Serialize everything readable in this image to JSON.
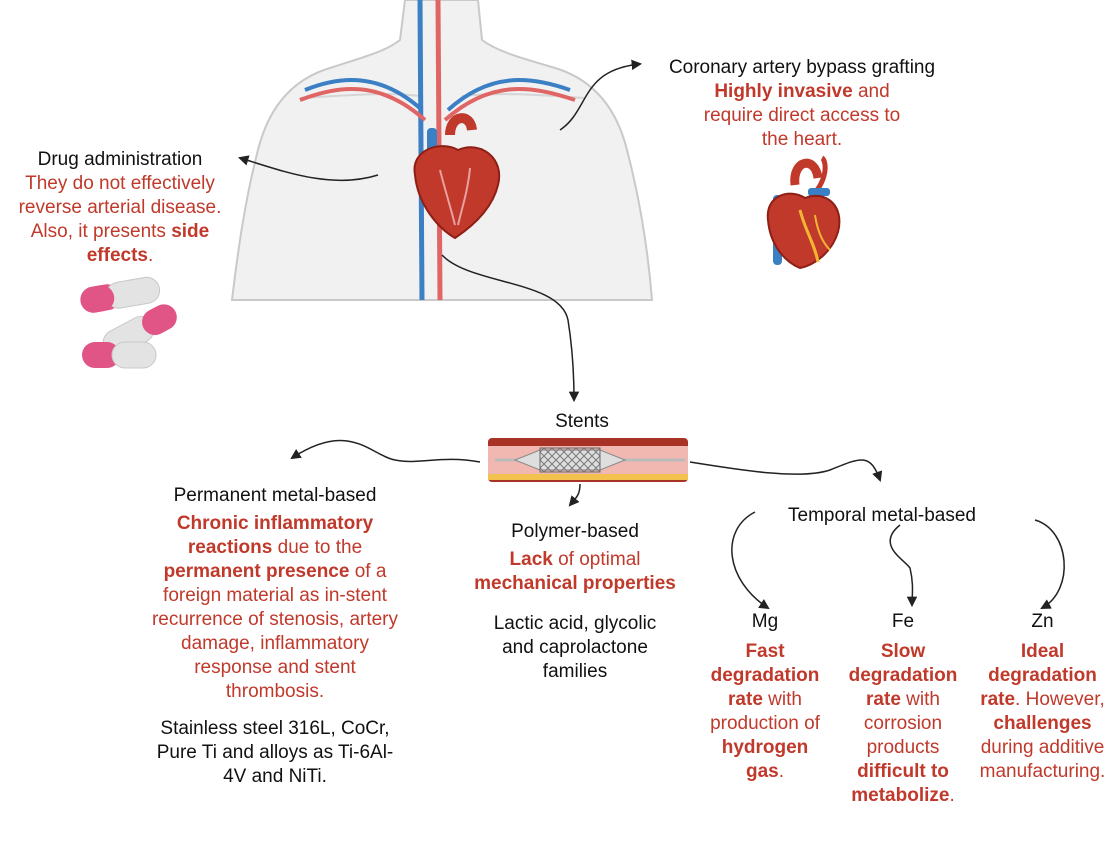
{
  "colors": {
    "accent_red": "#c0392b",
    "text": "#111111",
    "vein_blue": "#3b7fc4",
    "artery_red": "#d9534f"
  },
  "icons": [
    "torso-illustration",
    "heart-icon",
    "heart-bypass-icon",
    "pill-capsule-icon",
    "stent-icon"
  ],
  "drug": {
    "title": "Drug administration",
    "desc": "They do not effectively reverse arterial disease. Also, it presents <b>side effects</b>."
  },
  "cabg": {
    "title": "Coronary artery bypass grafting",
    "desc": "<b>Highly invasive</b> and require direct access to the heart."
  },
  "stents": {
    "title": "Stents"
  },
  "permanent": {
    "title": "Permanent metal-based",
    "desc": "<b>Chronic inflammatory reactions</b> due to the <b>permanent presence</b> of a foreign material as in-stent recurrence of stenosis, artery damage, inflammatory response and stent thrombosis.",
    "materials": "Stainless steel 316L, CoCr, Pure Ti and alloys as Ti-6Al-4V and NiTi."
  },
  "polymer": {
    "title": "Polymer-based",
    "desc": "<b>Lack</b> of optimal <b>mechanical properties</b>",
    "materials": "Lactic acid, glycolic and caprolactone families"
  },
  "temporal": {
    "title": "Temporal metal-based",
    "mg": {
      "label": "Mg",
      "desc": "<b>Fast degradation rate</b> with production of <b>hydrogen gas</b>."
    },
    "fe": {
      "label": "Fe",
      "desc": "<b>Slow degradation rate</b> with corrosion products <b>difficult to metabolize</b>."
    },
    "zn": {
      "label": "Zn",
      "desc": "<b>Ideal degradation rate</b>. However, <b>challenges</b> during additive manufacturing."
    }
  }
}
